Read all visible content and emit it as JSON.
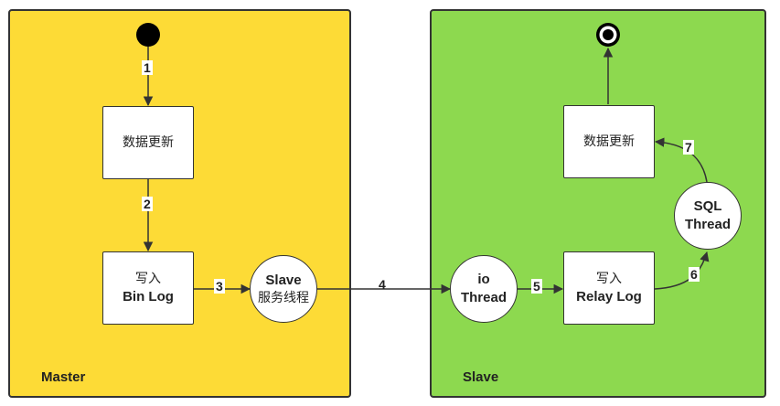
{
  "colors": {
    "master_lane": "#FDDB36",
    "slave_lane": "#8DD94F",
    "border": "#333333",
    "node_fill": "#FFFFFF"
  },
  "lanes": {
    "master": {
      "label": "Master"
    },
    "slave": {
      "label": "Slave"
    }
  },
  "master": {
    "update_box": {
      "text": "数据更新"
    },
    "write_box": {
      "line1": "写入",
      "line2": "Bin Log"
    },
    "slave_service": {
      "line1": "Slave",
      "line2": "服务线程"
    }
  },
  "slave": {
    "io_thread": {
      "line1": "io",
      "line2": "Thread"
    },
    "write_box": {
      "line1": "写入",
      "line2": "Relay Log"
    },
    "sql_thread": {
      "line1": "SQL",
      "line2": "Thread"
    },
    "update_box": {
      "text": "数据更新"
    }
  },
  "edges": {
    "e1": "1",
    "e2": "2",
    "e3": "3",
    "e4": "4",
    "e5": "5",
    "e6": "6",
    "e7": "7"
  }
}
